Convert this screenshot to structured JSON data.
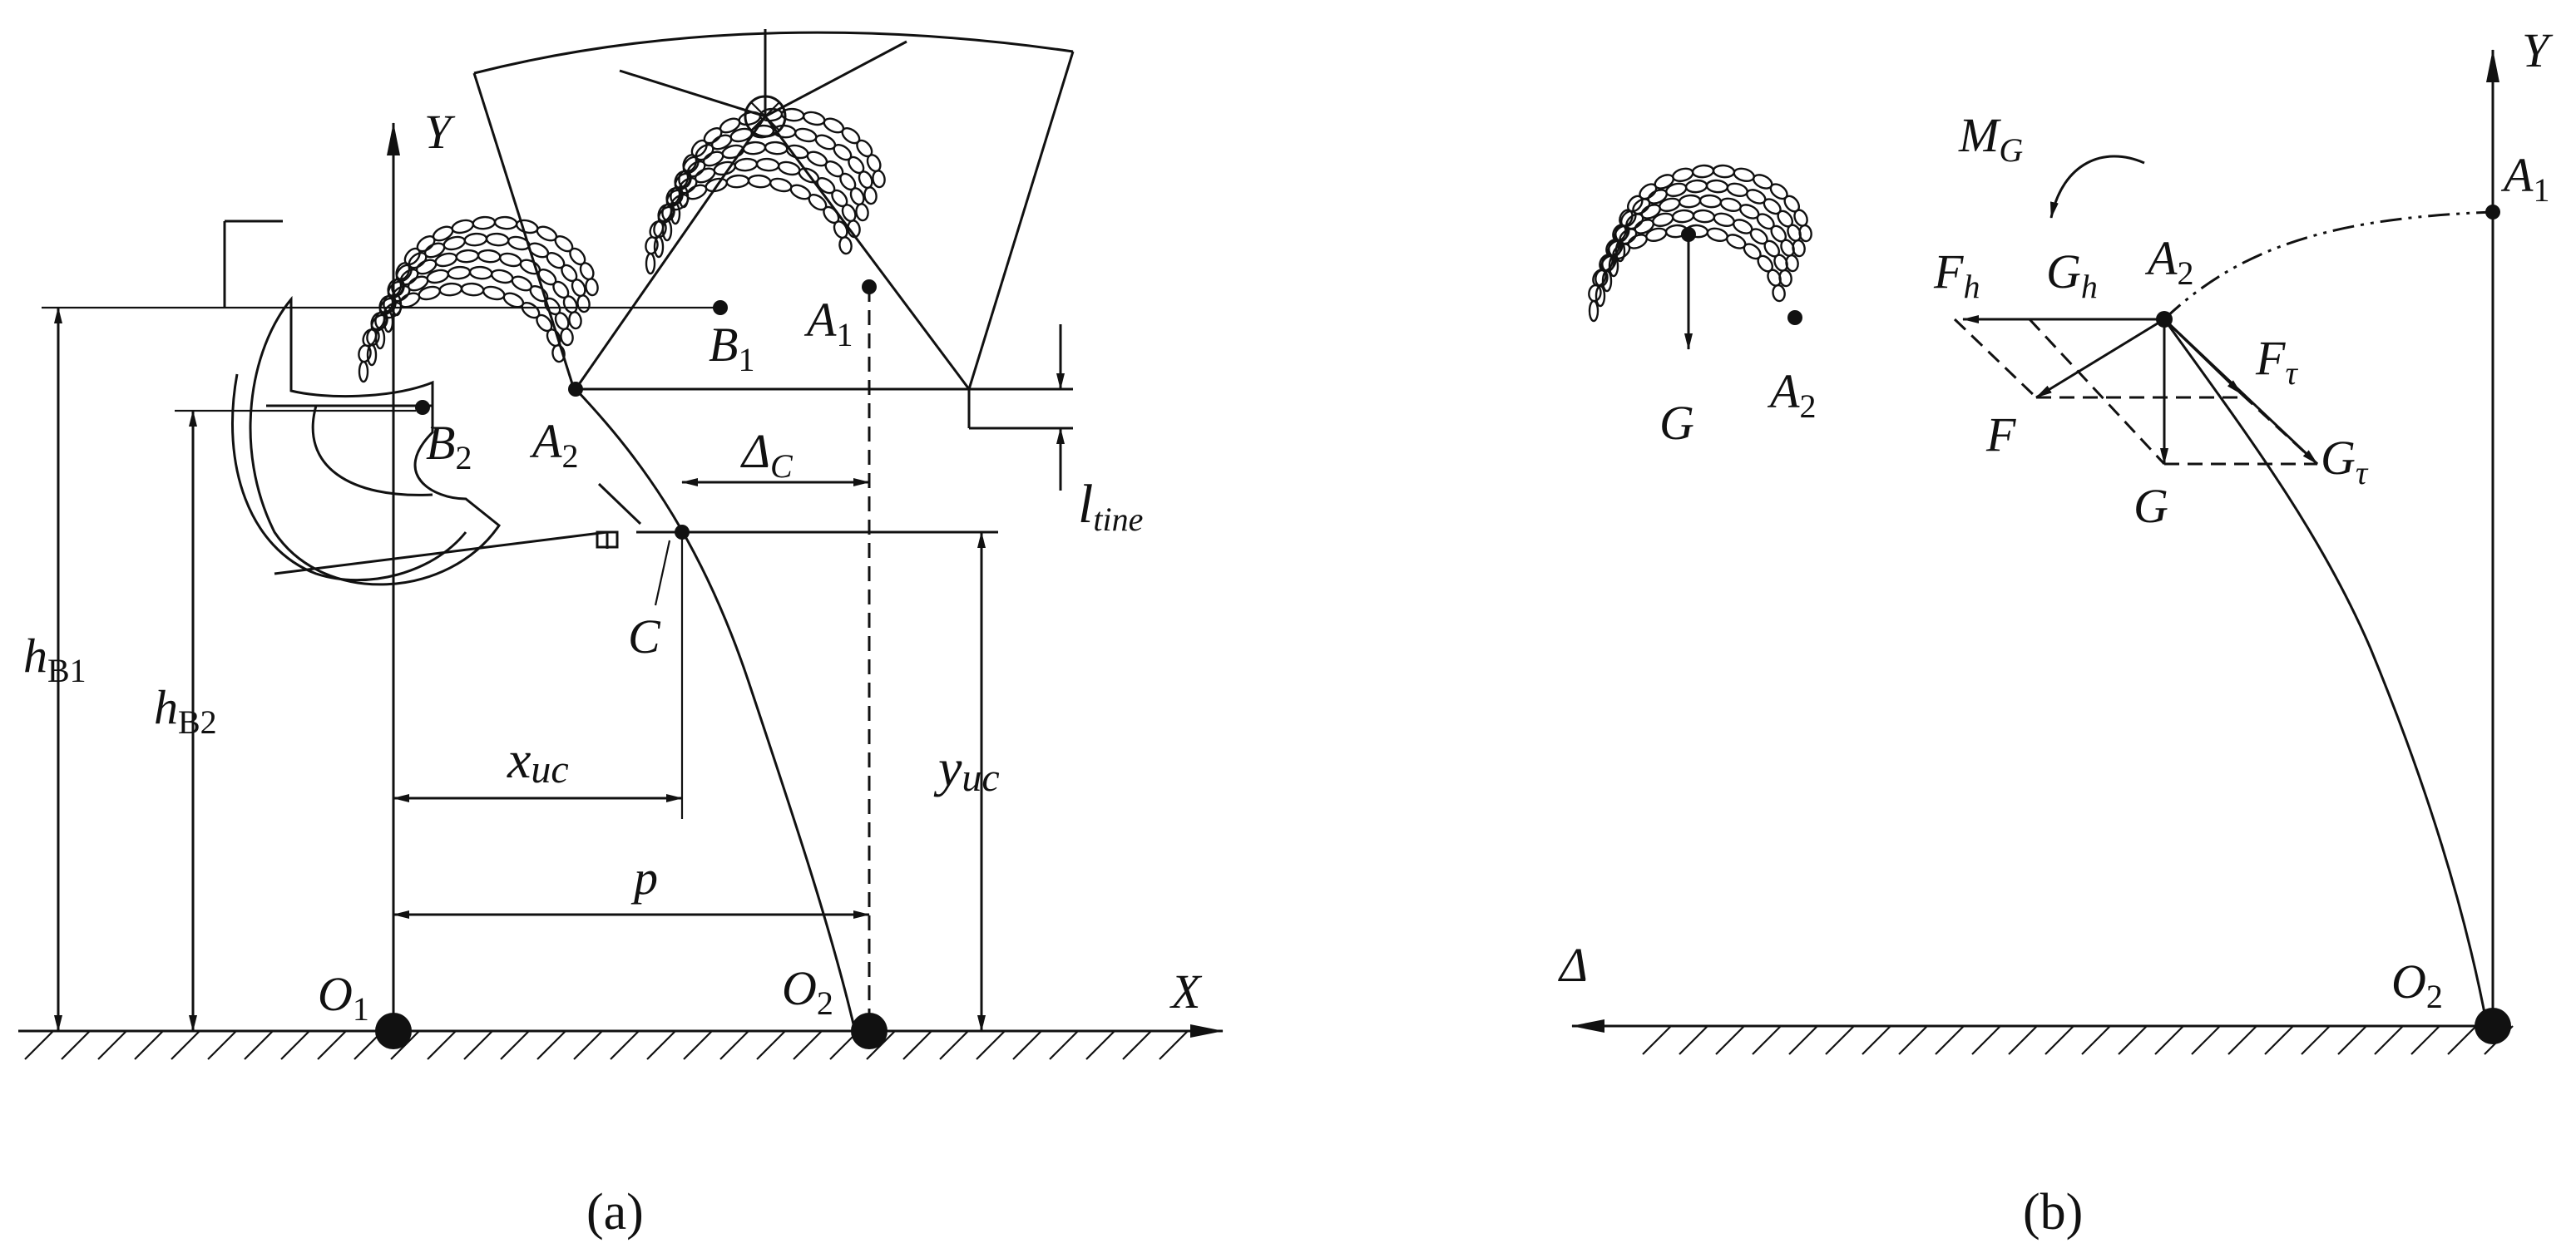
{
  "panel_a": {
    "caption": "(a)",
    "axis_y": "Y",
    "axis_x": "X",
    "origin_1": {
      "main": "O",
      "sub": "1"
    },
    "origin_2": {
      "main": "O",
      "sub": "2"
    },
    "point_a1": {
      "main": "A",
      "sub": "1"
    },
    "point_a2": {
      "main": "A",
      "sub": "2"
    },
    "point_b1": {
      "main": "B",
      "sub": "1"
    },
    "point_b2": {
      "main": "B",
      "sub": "2"
    },
    "point_c": "C",
    "delta_c": {
      "main": "Δ",
      "sub": "C"
    },
    "l_tine": {
      "main": "l",
      "sub": "tine"
    },
    "h_b1": {
      "main": "h",
      "sub": "B1"
    },
    "h_b2": {
      "main": "h",
      "sub": "B2"
    },
    "x_uc": "x",
    "x_uc_sub": "uc",
    "y_uc": "y",
    "y_uc_sub": "uc",
    "p": "p"
  },
  "panel_b": {
    "caption": "(b)",
    "axis_y": "Y",
    "delta": "Δ",
    "origin_2": {
      "main": "O",
      "sub": "2"
    },
    "point_a1": {
      "main": "A",
      "sub": "1"
    },
    "point_a2": {
      "main": "A",
      "sub": "2"
    },
    "point_a2_left": {
      "main": "A",
      "sub": "2"
    },
    "m_g": {
      "main": "M",
      "sub": "G"
    },
    "f_h": {
      "main": "F",
      "sub": "h"
    },
    "g_h": {
      "main": "G",
      "sub": "h"
    },
    "f_tau": {
      "main": "F",
      "sub": "τ"
    },
    "g_tau": {
      "main": "G",
      "sub": "τ"
    },
    "f": "F",
    "g": "G",
    "g_left": "G"
  },
  "colors": {
    "ink": "#111111",
    "background": "#ffffff"
  }
}
